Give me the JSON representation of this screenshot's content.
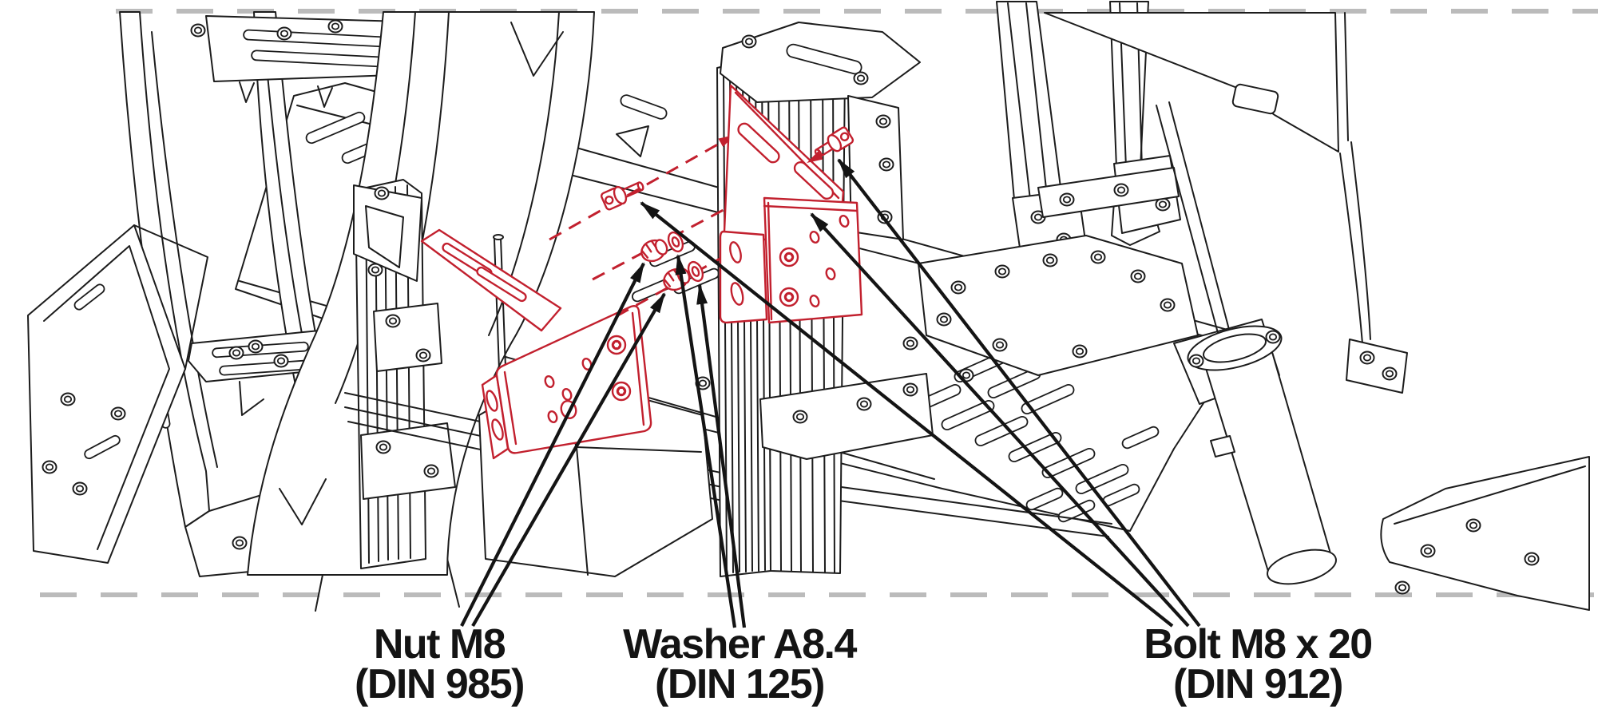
{
  "figure": {
    "colors": {
      "bg": "#ffffff",
      "line": "#1c1c1c",
      "highlight": "#c2202e",
      "crop": "#bbbbbb",
      "label": "#141414"
    },
    "callouts": [
      {
        "part": "nut",
        "line1": "Nut M8",
        "line2": "(DIN 985)",
        "arrow_count": 2
      },
      {
        "part": "washer",
        "line1": "Washer A8.4",
        "line2": "(DIN 125)",
        "arrow_count": 2
      },
      {
        "part": "bolt",
        "line1": "Bolt M8 x 20",
        "line2": "(DIN 912)",
        "arrow_count": 3
      }
    ],
    "highlighted_parts": [
      "left mounting bracket",
      "center mounting bracket with slotted plate",
      "hex nut M8 (x2)",
      "washer A8.4 (x2)",
      "socket head bolt M8 x 20 (x2 shown)",
      "dashed insertion axes"
    ]
  }
}
